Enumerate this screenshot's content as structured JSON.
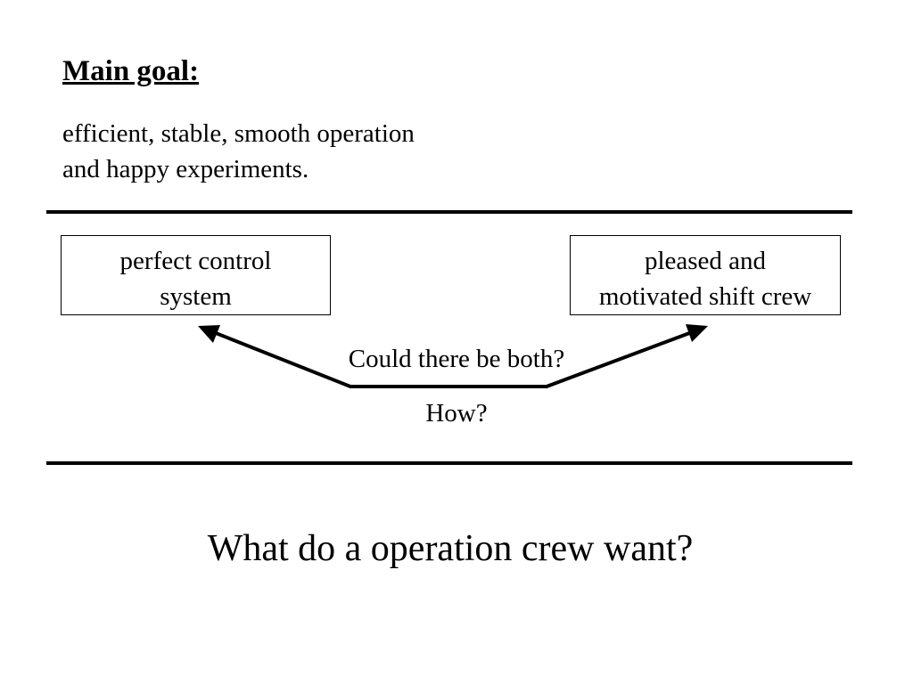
{
  "heading": "Main goal:",
  "goal_lines": [
    "efficient, stable, smooth operation",
    "and happy experiments."
  ],
  "boxes": {
    "left": [
      "perfect control",
      "system"
    ],
    "right": [
      "pleased and",
      "motivated shift crew"
    ]
  },
  "question_both": "Could there be both?",
  "question_how": "How?",
  "footer_question": "What do a operation crew want?"
}
